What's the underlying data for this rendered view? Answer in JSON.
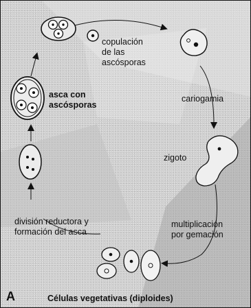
{
  "panel_letter": "A",
  "labels": {
    "copulacion": "copulación\nde las\nascósporas",
    "cariogamia": "cariogamia",
    "zigoto": "zigoto",
    "multiplicacion": "multiplicación\npor gemación",
    "division": "división reductora y\nformación del asca",
    "asca": "asca con\nascósporas"
  },
  "bottom_title": "Células vegetativas (diploides)"
}
